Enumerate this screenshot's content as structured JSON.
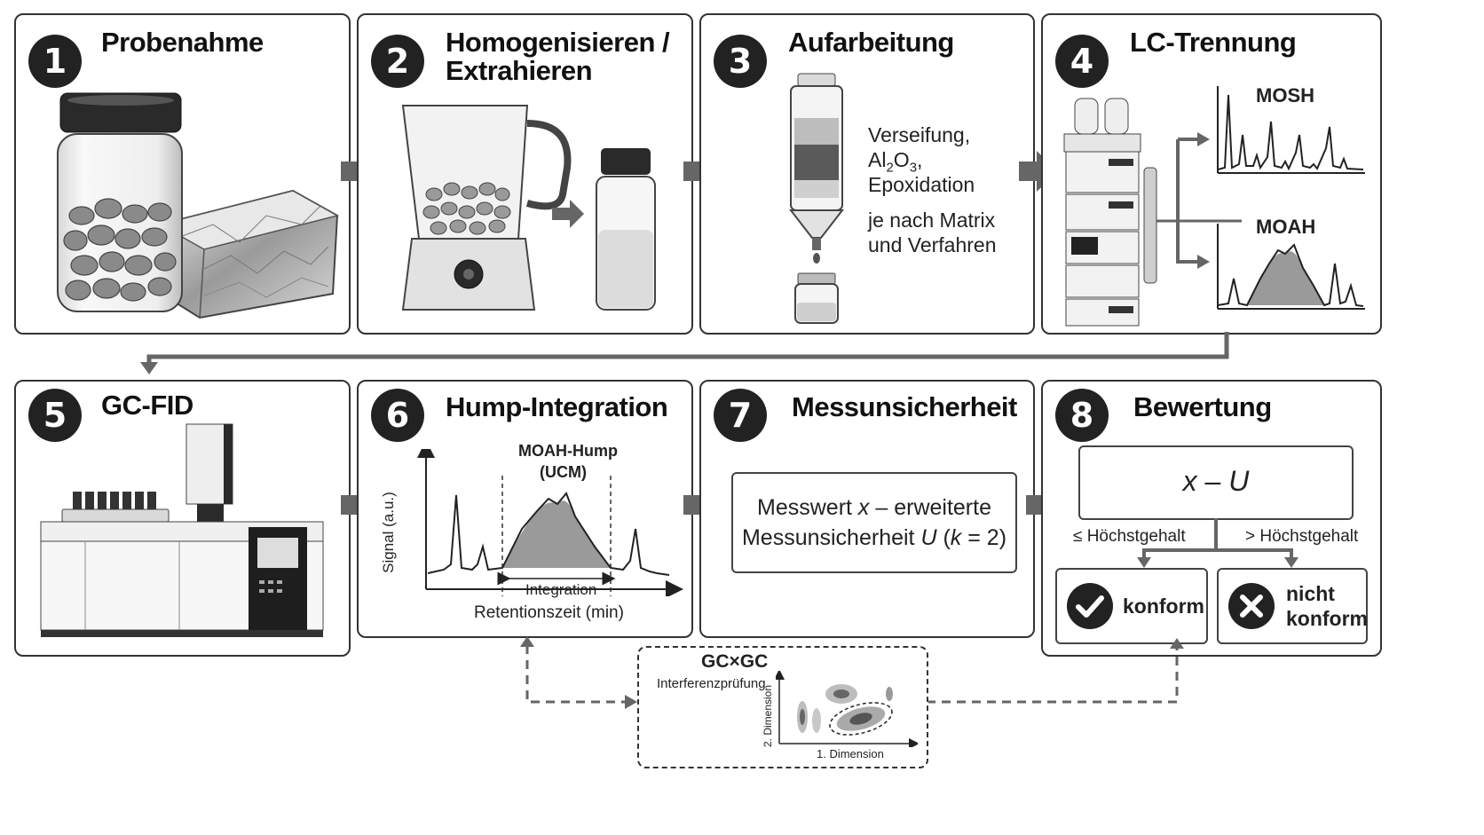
{
  "steps": [
    {
      "num": "1",
      "title": "Probenahme"
    },
    {
      "num": "2",
      "title_line1": "Homogenisieren /",
      "title_line2": "Extrahieren"
    },
    {
      "num": "3",
      "title": "Aufarbeitung",
      "note_line1": "Verseifung,",
      "note_al": "Al",
      "note_sub1": "2",
      "note_o": "O",
      "note_sub2": "3",
      "note_comma": ",",
      "note_line3": "Epoxidation",
      "note_line4": "je nach Matrix",
      "note_line5": "und Verfahren"
    },
    {
      "num": "4",
      "title": "LC-Trennung",
      "fraction1": "MOSH",
      "fraction2": "MOAH"
    },
    {
      "num": "5",
      "title": "GC-FID"
    },
    {
      "num": "6",
      "title": "Hump-Integration",
      "hump_label_line1": "MOAH-Hump",
      "hump_label_line2": "(UCM)",
      "ylabel": "Signal (a.u.)",
      "integration_label": "Integration",
      "xlabel": "Retentionszeit (min)"
    },
    {
      "num": "7",
      "title": "Messunsicherheit",
      "box_line1_a": "Messwert ",
      "box_line1_x": "x",
      "box_line1_b": " – erweiterte",
      "box_line2_a": "Messunsicherheit ",
      "box_line2_u": "U",
      "box_line2_b": " (",
      "box_line2_k": "k",
      "box_line2_c": " = 2)"
    },
    {
      "num": "8",
      "title": "Bewertung",
      "formula_x": "x",
      "formula_op": " – ",
      "formula_u": "U",
      "branch_left": "≤ Höchstgehalt",
      "branch_right": "> Höchstgehalt",
      "result_ok": "konform",
      "result_nok_line1": "nicht",
      "result_nok_line2": "konform"
    }
  ],
  "gcxgc": {
    "title": "GC×GC",
    "subtitle": "Interferenzprüfung",
    "ylabel": "2. Dimension",
    "xlabel": "1. Dimension"
  },
  "colors": {
    "border": "#333333",
    "arrow": "#666666",
    "dark": "#222222",
    "hump_fill": "#9a9a9a"
  },
  "icons": [
    "check-icon",
    "cross-icon",
    "jar-icon",
    "blender-icon",
    "vial-icon",
    "spe-column-icon",
    "hplc-instrument-icon",
    "gc-instrument-icon"
  ]
}
